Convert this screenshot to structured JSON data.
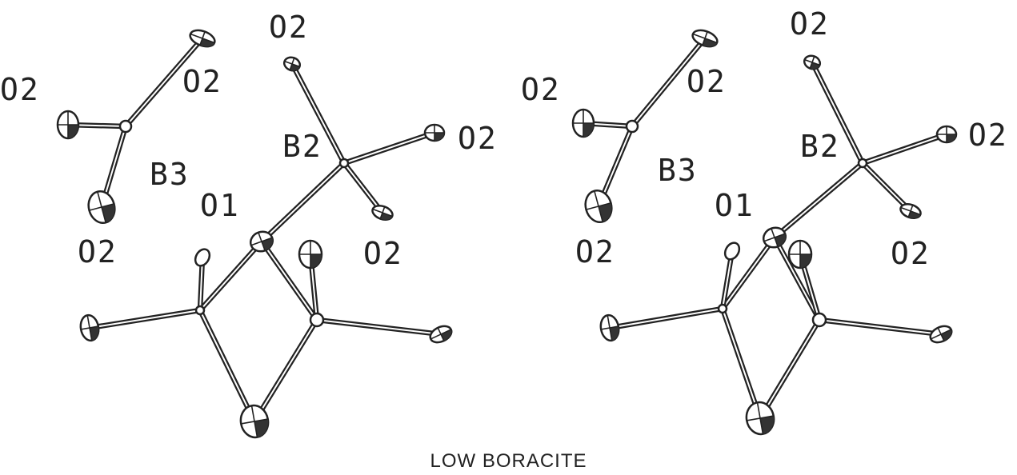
{
  "caption": "LOW BORACITE",
  "labels": {
    "o2": "O2",
    "o1": "O1",
    "b2": "B2",
    "b3": "B3"
  }
}
